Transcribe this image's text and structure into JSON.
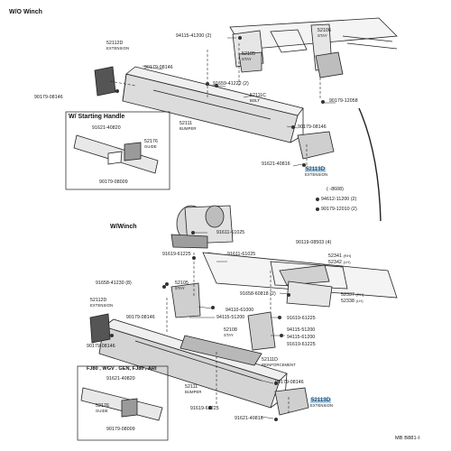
{
  "sections": {
    "wo_winch": "W/O  Winch",
    "starting_handle": "W/ Starting Handle",
    "w_winch": "W/Winch",
    "fj80": "FJ80 , WGV . GEN, FJ80 , ARI"
  },
  "top": {
    "p52112d": "52112D",
    "p52112d_name": "EXTENSION",
    "p94115_41200": "94115-41200 (2)",
    "p52106": "52106",
    "p52106_name": "STAY",
    "p52105": "52105",
    "p52105_name": "STAY",
    "p90179_08146_a": "90179-08146",
    "p91659_41222": "91659-41222 (2)",
    "p90179_08146_b": "90179-08146",
    "p52111c": "52111C",
    "p52111c_name": "BOLT",
    "p90179_12058": "90179-12058",
    "p52111": "52111",
    "p52111_name": "BUMPER",
    "p90179_08146_c": "90179-08146",
    "p91621_40816": "91621-40816",
    "p52113d": "52113D",
    "p52113d_name": "EXTENSION",
    "date_tag": "(  -8608)",
    "p94612_11200": "94612-11200 (2)",
    "p90179_12010": "90179-12010 (2)"
  },
  "handle": {
    "p91621_40820": "91621-40820",
    "p52176": "52176",
    "p52176_name": "GUIDE",
    "p90179_08009": "90179-08009"
  },
  "bottom": {
    "p91611_61025": "91611-61025",
    "p91619_61225_a": "91619-61225",
    "p91611_61025_b": "91611-61025",
    "p90119_08503": "90119-08503 (4)",
    "p52341": "52341",
    "p52341_side": "(RH)",
    "p52342": "52342",
    "p52342_side": "(LH)",
    "p91658_41230": "91658-41230 (8)",
    "p52105": "52105",
    "p52105_name": "STAY",
    "p91658_60818": "91658-60818 (2)",
    "p52337": "52337",
    "p52337_side": "(RH)",
    "p52338": "52338",
    "p52338_side": "(LH)",
    "p52112d": "52112D",
    "p52112d_name": "EXTENSION",
    "p90179_08146_a": "90179-08146",
    "p94110_61000": "94110-61000",
    "p94115_51200": "94115-51200",
    "p91619_61225_b": "91619-61225",
    "p94115_51200_b": "94115-51200",
    "p94115_61200": "94115-61200",
    "p91619_61225_c": "91619-61225",
    "p52108": "52108",
    "p52108_name": "STAY",
    "p90179_08146_b": "90179-08146",
    "p52111d": "52111D",
    "p52111d_name": "REINFORCEMENT",
    "p90179_08146_c": "90179-08146",
    "p52111": "52111",
    "p52111_name": "BUMPER",
    "p91619_61225_d": "91619-61225",
    "p91621_40816": "91621-40816",
    "p52113d": "52113D",
    "p52113d_name": "EXTENSION"
  },
  "fj80_inset": {
    "p91621_40820": "91621-40820",
    "p52176": "52176",
    "p52176_name": "GUIDE",
    "p90179_08009": "90179-08009"
  },
  "footer_code": "MB  B881-I",
  "colors": {
    "highlight": "#a9d2f2",
    "line": "#222222",
    "fill_dark": "#555555",
    "fill_light": "#cfcfcf"
  }
}
